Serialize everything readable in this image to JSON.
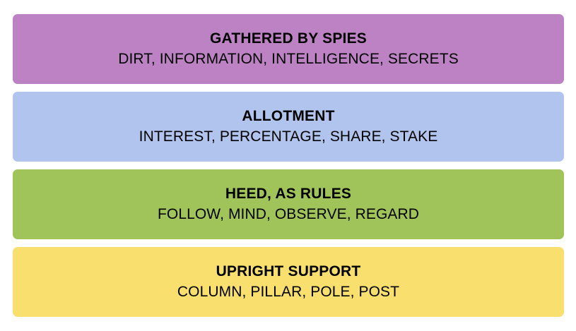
{
  "groups": [
    {
      "category": "GATHERED BY SPIES",
      "members": "DIRT, INFORMATION, INTELLIGENCE, SECRETS",
      "color": "#bc82c4"
    },
    {
      "category": "ALLOTMENT",
      "members": "INTEREST, PERCENTAGE, SHARE, STAKE",
      "color": "#b0c4ee"
    },
    {
      "category": "HEED, AS RULES",
      "members": "FOLLOW, MIND, OBSERVE, REGARD",
      "color": "#a0c35a"
    },
    {
      "category": "UPRIGHT SUPPORT",
      "members": "COLUMN, PILLAR, POLE, POST",
      "color": "#f8df6e"
    }
  ]
}
